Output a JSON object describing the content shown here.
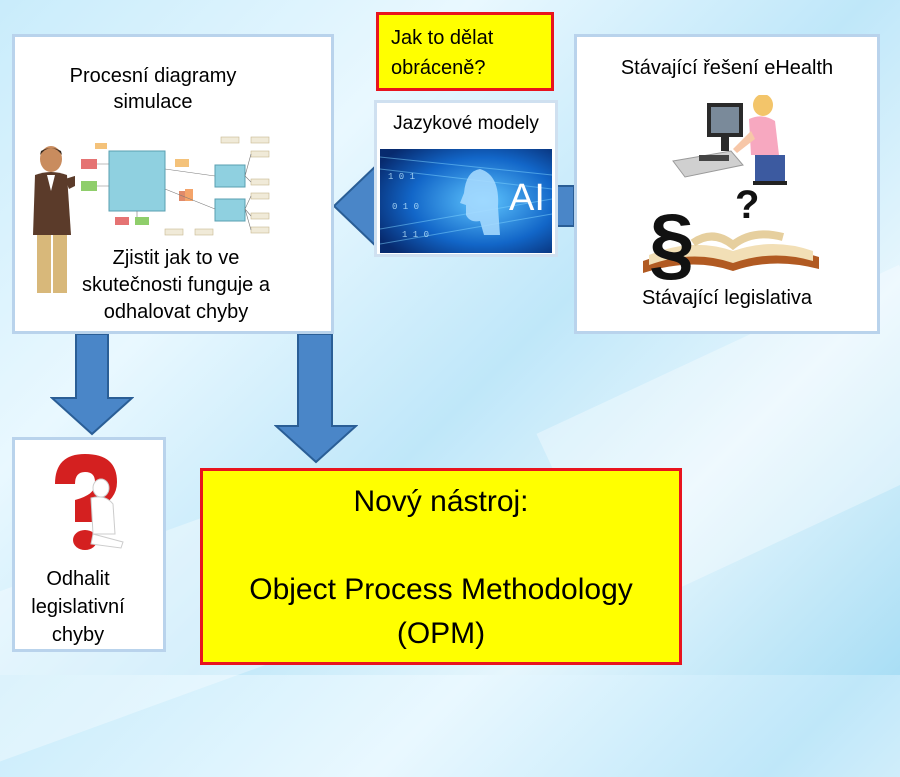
{
  "box_left": {
    "title_line1": "Procesní diagramy",
    "title_line2": "simulace",
    "body_line1": "Zjistit jak to ve",
    "body_line2": "skutečnosti funguje a",
    "body_line3": "odhalovat chyby"
  },
  "question_box": {
    "line1": "Jak to dělat",
    "line2": "obráceně?"
  },
  "ai_box": {
    "title": "Jazykové modely",
    "ai_label": "AI"
  },
  "box_right": {
    "top_label": "Stávající řešení eHealth",
    "bottom_label": "Stávající legislativa",
    "section_symbol": "§",
    "question_mark": "?"
  },
  "box_bottom_left": {
    "line1": "Odhalit",
    "line2": "legislativní",
    "line3": "chyby"
  },
  "main_box": {
    "line1": "Nový nástroj:",
    "line2": "Object Process Methodology",
    "line3": "(OPM)"
  },
  "colors": {
    "arrow": "#4a86c8",
    "arrow_stroke": "#2a5e96",
    "highlight": "#ffff00",
    "border_red": "#e8141e"
  }
}
